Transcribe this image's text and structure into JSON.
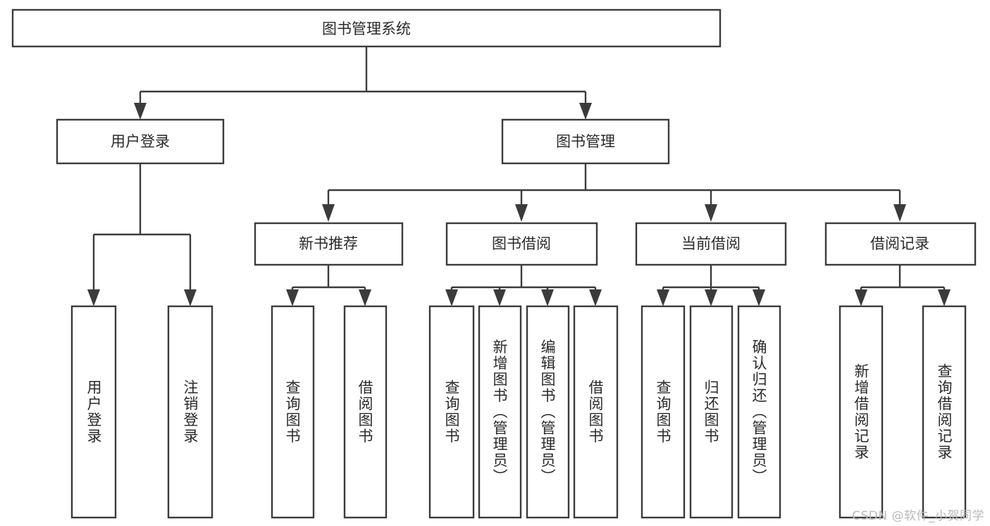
{
  "diagram": {
    "title": "图书管理系统",
    "type": "tree-hierarchy",
    "watermark": "CSDN @软件_小贺同学",
    "colors": {
      "stroke": "#3b3b3b",
      "fill": "#ffffff",
      "text": "#2a2a2a",
      "watermark": "#b9b9b9",
      "background": "#ffffff"
    },
    "nodes": {
      "root": {
        "label": "图书管理系统"
      },
      "level2": [
        {
          "label": "用户登录"
        },
        {
          "label": "图书管理"
        }
      ],
      "level3": [
        {
          "label": "新书推荐"
        },
        {
          "label": "图书借阅"
        },
        {
          "label": "当前借阅"
        },
        {
          "label": "借阅记录"
        }
      ],
      "leaves_user_login": [
        {
          "label": "用户登录"
        },
        {
          "label": "注销登录"
        }
      ],
      "leaves_new_book": [
        {
          "label": "查询图书"
        },
        {
          "label": "借阅图书"
        }
      ],
      "leaves_borrow": [
        {
          "label": "查询图书"
        },
        {
          "label": "新增图书（管理员）"
        },
        {
          "label": "编辑图书（管理员）"
        },
        {
          "label": "借阅图书"
        }
      ],
      "leaves_current": [
        {
          "label": "查询图书"
        },
        {
          "label": "归还图书"
        },
        {
          "label": "确认归还（管理员）"
        }
      ],
      "leaves_records": [
        {
          "label": "新增借阅记录"
        },
        {
          "label": "查询借阅记录"
        }
      ]
    }
  }
}
